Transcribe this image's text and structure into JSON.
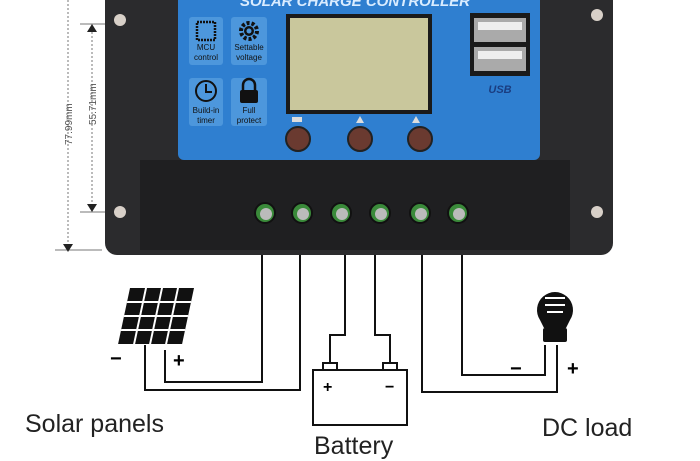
{
  "device": {
    "title": "SOLAR CHARGE CONTROLLER",
    "features": [
      {
        "icon": "chip-icon",
        "line1": "MCU",
        "line2": "control"
      },
      {
        "icon": "gear-icon",
        "line1": "Settable",
        "line2": "voltage"
      },
      {
        "icon": "clock-icon",
        "line1": "Build-in",
        "line2": "timer"
      },
      {
        "icon": "lock-icon",
        "line1": "Full",
        "line2": "protect"
      }
    ],
    "usb_label": "USB",
    "colors": {
      "panel": "#2f7fd0",
      "body": "#2b2b2d",
      "lcd": "#c9c79c",
      "terminal": "#3a8a3a"
    }
  },
  "dimensions": {
    "total_height": "77.99mm",
    "hole_spacing": "55.71mm"
  },
  "labels": {
    "solar": "Solar panels",
    "battery": "Battery",
    "load": "DC load",
    "plus": "+",
    "minus": "−"
  }
}
